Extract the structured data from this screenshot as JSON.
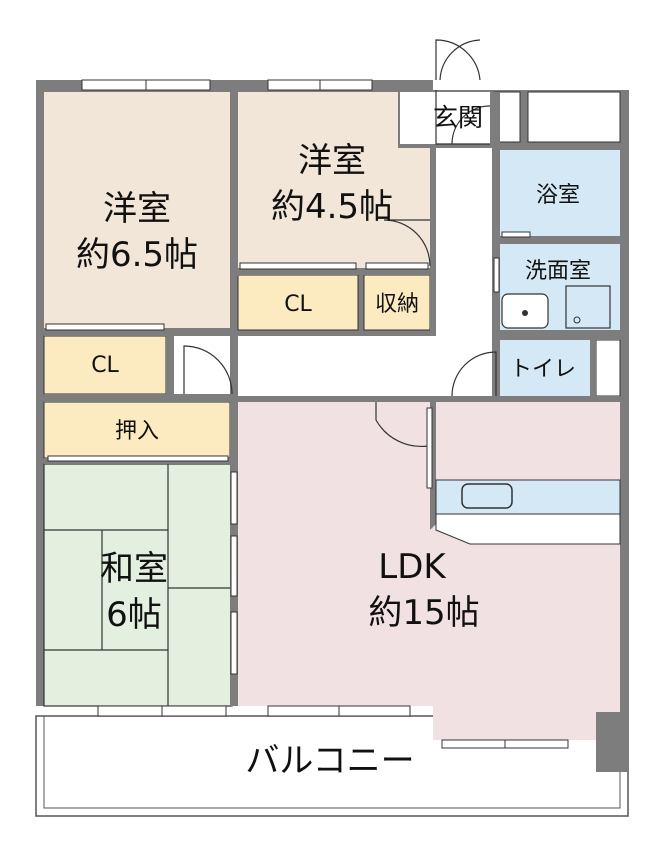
{
  "floorplan": {
    "colors": {
      "wall": "#7d7d7d",
      "yoshitsu": "#f2e6d8",
      "storage": "#fcebc0",
      "washitsu": "#e3f0e0",
      "ldk": "#f2e1e3",
      "water": "#d4e8f5",
      "corridor": "#ffffff",
      "line": "#333333"
    },
    "rooms": {
      "yoshitsu_a": {
        "line1": "洋室",
        "line2": "約6.5帖"
      },
      "yoshitsu_b": {
        "line1": "洋室",
        "line2": "約4.5帖"
      },
      "washitsu": {
        "line1": "和室",
        "line2": "6帖"
      },
      "ldk": {
        "line1": "LDK",
        "line2": "約15帖"
      }
    },
    "labels": {
      "entrance": "玄関",
      "bath": "浴室",
      "washroom": "洗面室",
      "toilet": "トイレ",
      "closet_a": "CL",
      "closet_b": "CL",
      "storage": "収納",
      "oshiire": "押入",
      "balcony": "バルコニー"
    }
  }
}
